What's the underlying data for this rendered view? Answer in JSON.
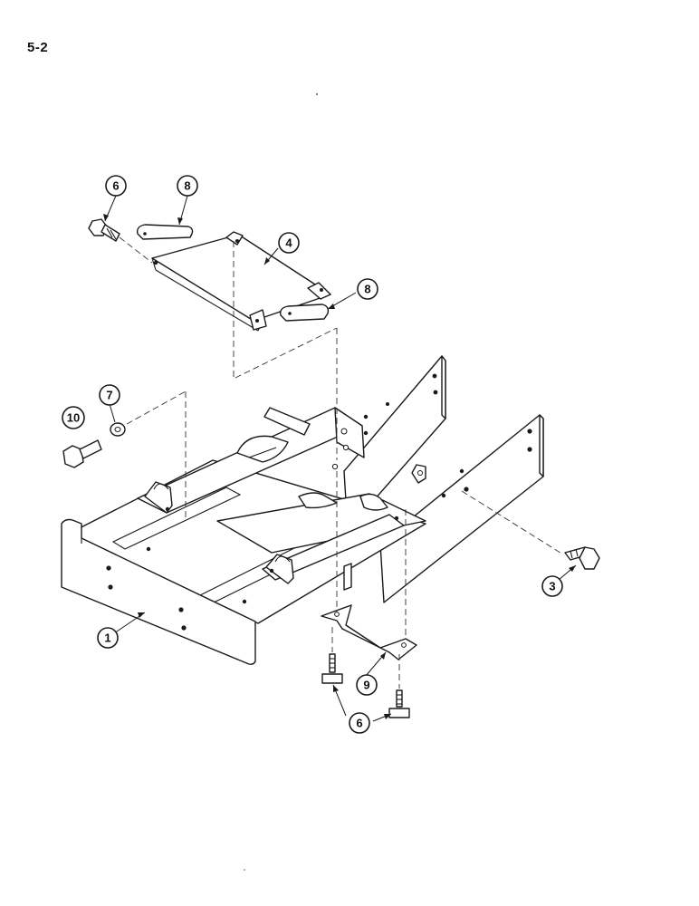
{
  "page": {
    "number": "5-2"
  },
  "callouts": [
    {
      "id": "c6a",
      "label": "6"
    },
    {
      "id": "c8a",
      "label": "8"
    },
    {
      "id": "c4",
      "label": "4"
    },
    {
      "id": "c8b",
      "label": "8"
    },
    {
      "id": "c7",
      "label": "7"
    },
    {
      "id": "c10",
      "label": "10"
    },
    {
      "id": "c3",
      "label": "3"
    },
    {
      "id": "c1",
      "label": "1"
    },
    {
      "id": "c9",
      "label": "9"
    },
    {
      "id": "c6b",
      "label": "6"
    }
  ]
}
